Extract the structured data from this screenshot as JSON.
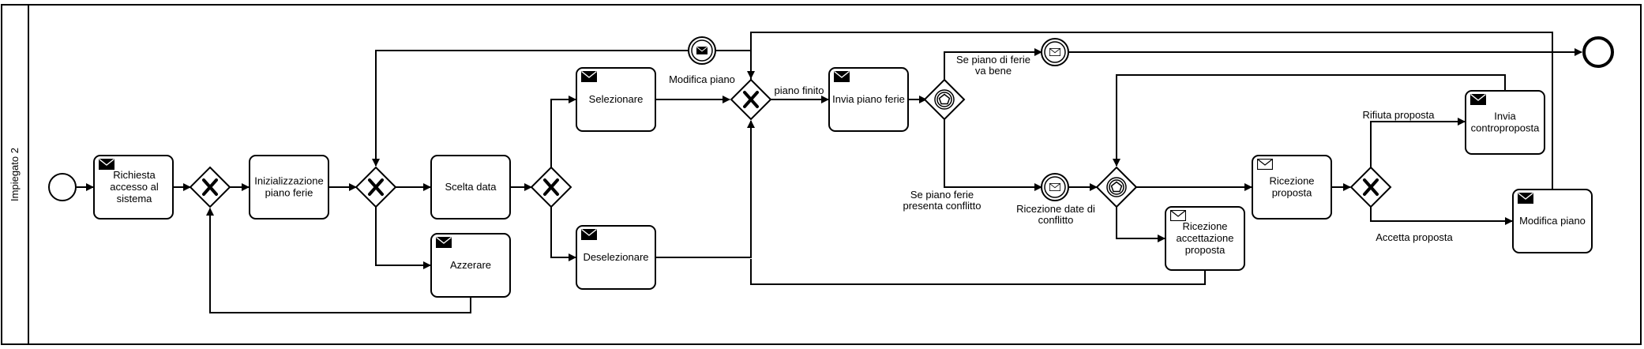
{
  "pool": {
    "lane_label": "Impiegato 2"
  },
  "tasks": {
    "richiesta": "Richiesta\naccesso al\nsistema",
    "inizializzazione": "Inizializzazione\npiano ferie",
    "scelta": "Scelta data",
    "azzerare": "Azzerare",
    "selezionare": "Selezionare",
    "deselezionare": "Deselezionare",
    "invia_piano": "Invia piano ferie",
    "ricezione_proposta": "Ricezione\nproposta",
    "ricezione_accettazione": "Ricezione\naccettazione\nproposta",
    "invia_controproposta": "Invia\ncontroproposta",
    "modifica_piano": "Modifica piano"
  },
  "flow_labels": {
    "modifica_piano": "Modifica piano",
    "piano_finito": "piano finito",
    "va_bene": "Se piano di ferie\nva bene",
    "conflitto": "Se piano ferie\npresenta conflitto",
    "ricezione_date": "Ricezione date di\nconflitto",
    "rifiuta": "Rifiuta proposta",
    "accetta": "Accetta proposta"
  },
  "icons": {
    "send": "envelope-filled-icon",
    "receive": "envelope-outline-icon",
    "exclusive": "x-gateway-icon",
    "event_based": "pentagon-gateway-icon"
  }
}
